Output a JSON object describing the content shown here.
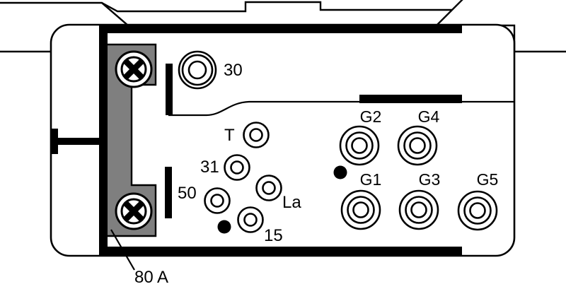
{
  "diagram": {
    "name": "relay-connector-pinout",
    "colors": {
      "line": "#000000",
      "background": "#ffffff",
      "bracket_gray": "#7f7f7f"
    },
    "labels": {
      "t30": "30",
      "t": "T",
      "t31": "31",
      "t50": "50",
      "la": "La",
      "t15": "15",
      "g1": "G1",
      "g2": "G2",
      "g3": "G3",
      "g4": "G4",
      "g5": "G5",
      "fuse": "80 A"
    },
    "terminals": [
      {
        "id": "30",
        "label": "30",
        "type": "large-post"
      },
      {
        "id": "T",
        "label": "T",
        "type": "small-pin"
      },
      {
        "id": "31",
        "label": "31",
        "type": "small-pin"
      },
      {
        "id": "50",
        "label": "50",
        "type": "small-pin"
      },
      {
        "id": "La",
        "label": "La",
        "type": "small-pin"
      },
      {
        "id": "15",
        "label": "15",
        "type": "small-pin"
      },
      {
        "id": "G1",
        "label": "G1",
        "type": "glow-output"
      },
      {
        "id": "G2",
        "label": "G2",
        "type": "glow-output"
      },
      {
        "id": "G3",
        "label": "G3",
        "type": "glow-output"
      },
      {
        "id": "G4",
        "label": "G4",
        "type": "glow-output"
      },
      {
        "id": "G5",
        "label": "G5",
        "type": "glow-output"
      }
    ],
    "fuse_rating": "80 A"
  }
}
